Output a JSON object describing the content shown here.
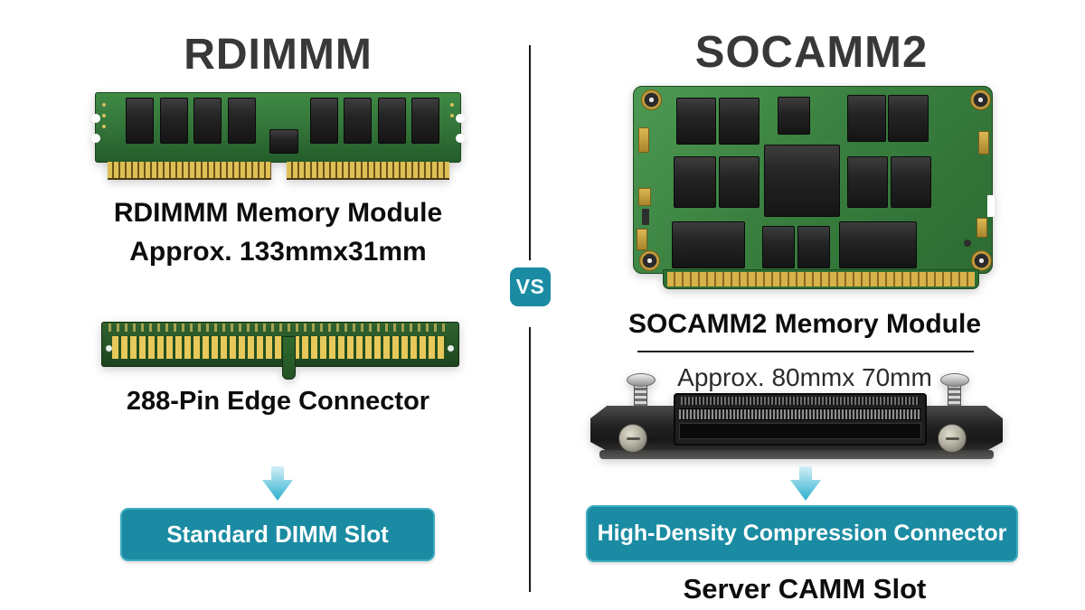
{
  "comparison": {
    "vs_badge": "VS"
  },
  "left_panel": {
    "title": "RDIMMM",
    "module_caption": "RDIMMM Memory Module",
    "module_dimensions": "Approx. 133mmx31mm",
    "connector_caption": "288-Pin Edge Connector",
    "slot_label": "Standard DIMM Slot"
  },
  "right_panel": {
    "title": "SOCAMM2",
    "module_caption": "SOCAMM2 Memory Module",
    "module_dimensions": "Approx. 80mmx 70mm",
    "connector_label": "High-Density Compression Connector",
    "slot_caption": "Server CAMM Slot"
  },
  "colors": {
    "accent_teal": "#1a8ba2",
    "arrow_gradient_top": "#d4eff7",
    "arrow_gradient_bottom": "#2cb0cf",
    "pcb_green": "#35793a",
    "gold": "#cfa944",
    "chip_black": "#222222",
    "title_gray": "#383838"
  }
}
